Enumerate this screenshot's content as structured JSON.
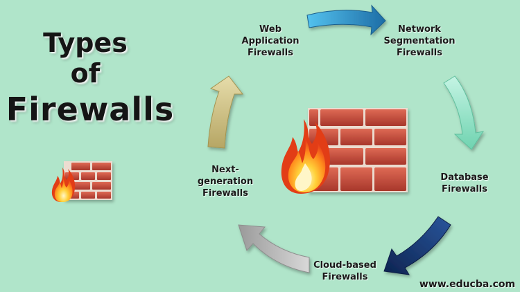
{
  "title": {
    "line1": "Types",
    "line2": "of",
    "line3": "Firewalls"
  },
  "cycle": [
    {
      "id": "waf",
      "lines": [
        "Web",
        "Application",
        "Firewalls"
      ]
    },
    {
      "id": "net",
      "lines": [
        "Network",
        "Segmentation",
        "Firewalls"
      ]
    },
    {
      "id": "db",
      "lines": [
        "Database",
        "Firewalls"
      ]
    },
    {
      "id": "cloud",
      "lines": [
        "Cloud-based",
        "Firewalls"
      ]
    },
    {
      "id": "ngf",
      "lines": [
        "Next-",
        "generation",
        "Firewalls"
      ]
    }
  ],
  "footer": {
    "website": "www.educba.com"
  },
  "colors": {
    "background": "#b0e5ca",
    "arrow_waf_to_net": "#2b93c4",
    "arrow_net_to_db": "#8fe0c6",
    "arrow_db_to_cloud": "#1b3a74",
    "arrow_cloud_to_ngf": "#b7b7b7",
    "arrow_ngf_to_waf": "#d2c58d",
    "brick": "#c44b3c",
    "mortar": "#e7d5c8",
    "flame_outer": "#f0521c",
    "flame_mid": "#ffa21a",
    "flame_inner": "#fff2a4"
  },
  "icons": {
    "center": "firewall-icon",
    "small": "firewall-icon"
  }
}
